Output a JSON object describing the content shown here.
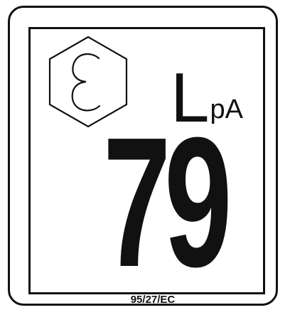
{
  "label": {
    "measure_main": "L",
    "measure_sub": "pA",
    "level": "79",
    "directive": "95/27/EC"
  },
  "icons": {
    "symbol": "epsilon-hexagon-icon"
  },
  "colors": {
    "ink": "#111111",
    "background": "#ffffff"
  }
}
